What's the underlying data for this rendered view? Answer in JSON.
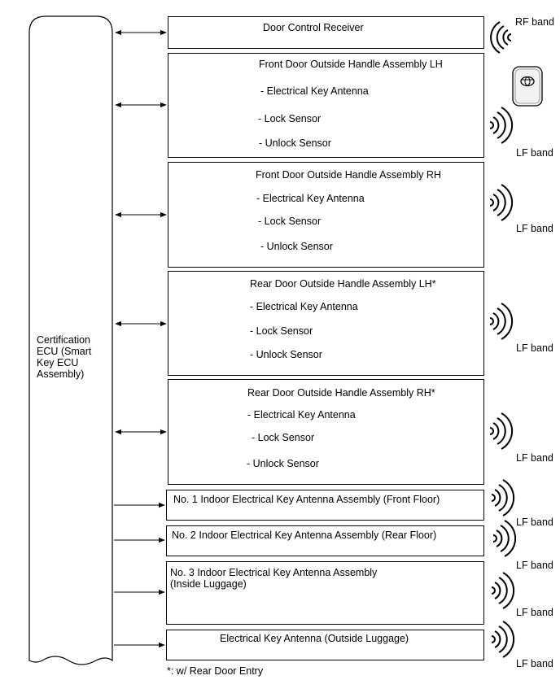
{
  "ecu": {
    "label": "Certification ECU (Smart Key ECU Assembly)"
  },
  "door_control_receiver": {
    "title": "Door Control Receiver",
    "band": "RF band"
  },
  "front_lh": {
    "title": "Front Door Outside Handle Assembly LH",
    "items": [
      "- Electrical Key Antenna",
      "- Lock Sensor",
      "- Unlock Sensor"
    ],
    "band": "LF band"
  },
  "front_rh": {
    "title": "Front Door Outside Handle Assembly RH",
    "items": [
      "- Electrical Key Antenna",
      "- Lock Sensor",
      "- Unlock Sensor"
    ],
    "band": "LF band"
  },
  "rear_lh": {
    "title": "Rear Door Outside Handle Assembly LH*",
    "items": [
      "- Electrical Key Antenna",
      "- Lock Sensor",
      "- Unlock Sensor"
    ],
    "band": "LF band"
  },
  "rear_rh": {
    "title": "Rear Door Outside Handle Assembly RH*",
    "items": [
      "- Electrical Key Antenna",
      "- Lock Sensor",
      "- Unlock Sensor"
    ],
    "band": "LF band"
  },
  "indoor1": {
    "title": "No. 1 Indoor Electrical Key Antenna Assembly (Front Floor)",
    "band": "LF band"
  },
  "indoor2": {
    "title": "No. 2 Indoor Electrical Key Antenna Assembly (Rear Floor)",
    "band": "LF band"
  },
  "indoor3": {
    "title_line1": "No. 3 Indoor Electrical Key Antenna Assembly",
    "title_line2": "(Inside Luggage)",
    "band": "LF band"
  },
  "outside_luggage": {
    "title": "Electrical Key Antenna (Outside Luggage)",
    "band": "LF band"
  },
  "footnote": "*: w/ Rear Door Entry",
  "icons": {
    "key_fob": "key-fob-icon",
    "wave": "signal-wave-icon"
  }
}
